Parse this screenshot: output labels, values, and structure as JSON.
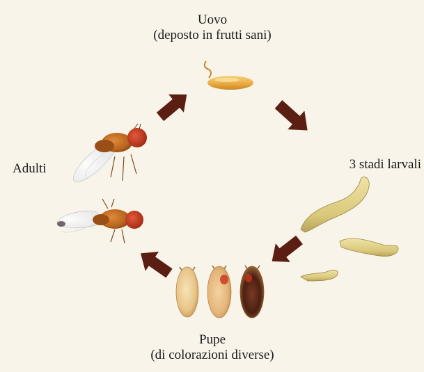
{
  "diagram": {
    "stages": {
      "egg": {
        "title": "Uovo",
        "subtitle": "(deposto in frutti sani)"
      },
      "larvae": {
        "title": "3 stadi larvali"
      },
      "pupae": {
        "title": "Pupe",
        "subtitle": "(di colorazioni diverse)"
      },
      "adults": {
        "title": "Adulti"
      }
    },
    "colors": {
      "background": "#f8f4ea",
      "arrow": "#5a1f12",
      "egg": "#e9a93f",
      "larva": "#d9c87a",
      "pupa_light": "#e8c488",
      "pupa_dark": "#5a2a1a",
      "fly_body": "#b5631c",
      "fly_eye": "#c8341a"
    },
    "icons": [
      "egg-icon",
      "larva-icon",
      "pupa-icon",
      "fly-icon",
      "arrow-icon"
    ]
  }
}
